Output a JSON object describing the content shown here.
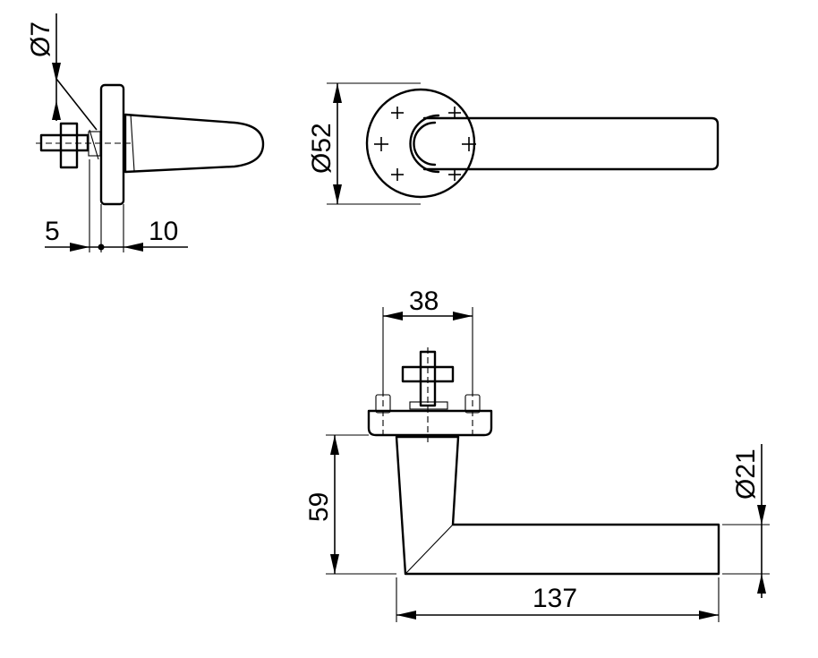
{
  "dimensions": {
    "side_diameter": "Ø7",
    "side_left": "5",
    "side_right": "10",
    "rose_diameter": "Ø52",
    "top_width": "38",
    "front_height": "59",
    "lever_length": "137",
    "lever_diameter": "Ø21"
  }
}
